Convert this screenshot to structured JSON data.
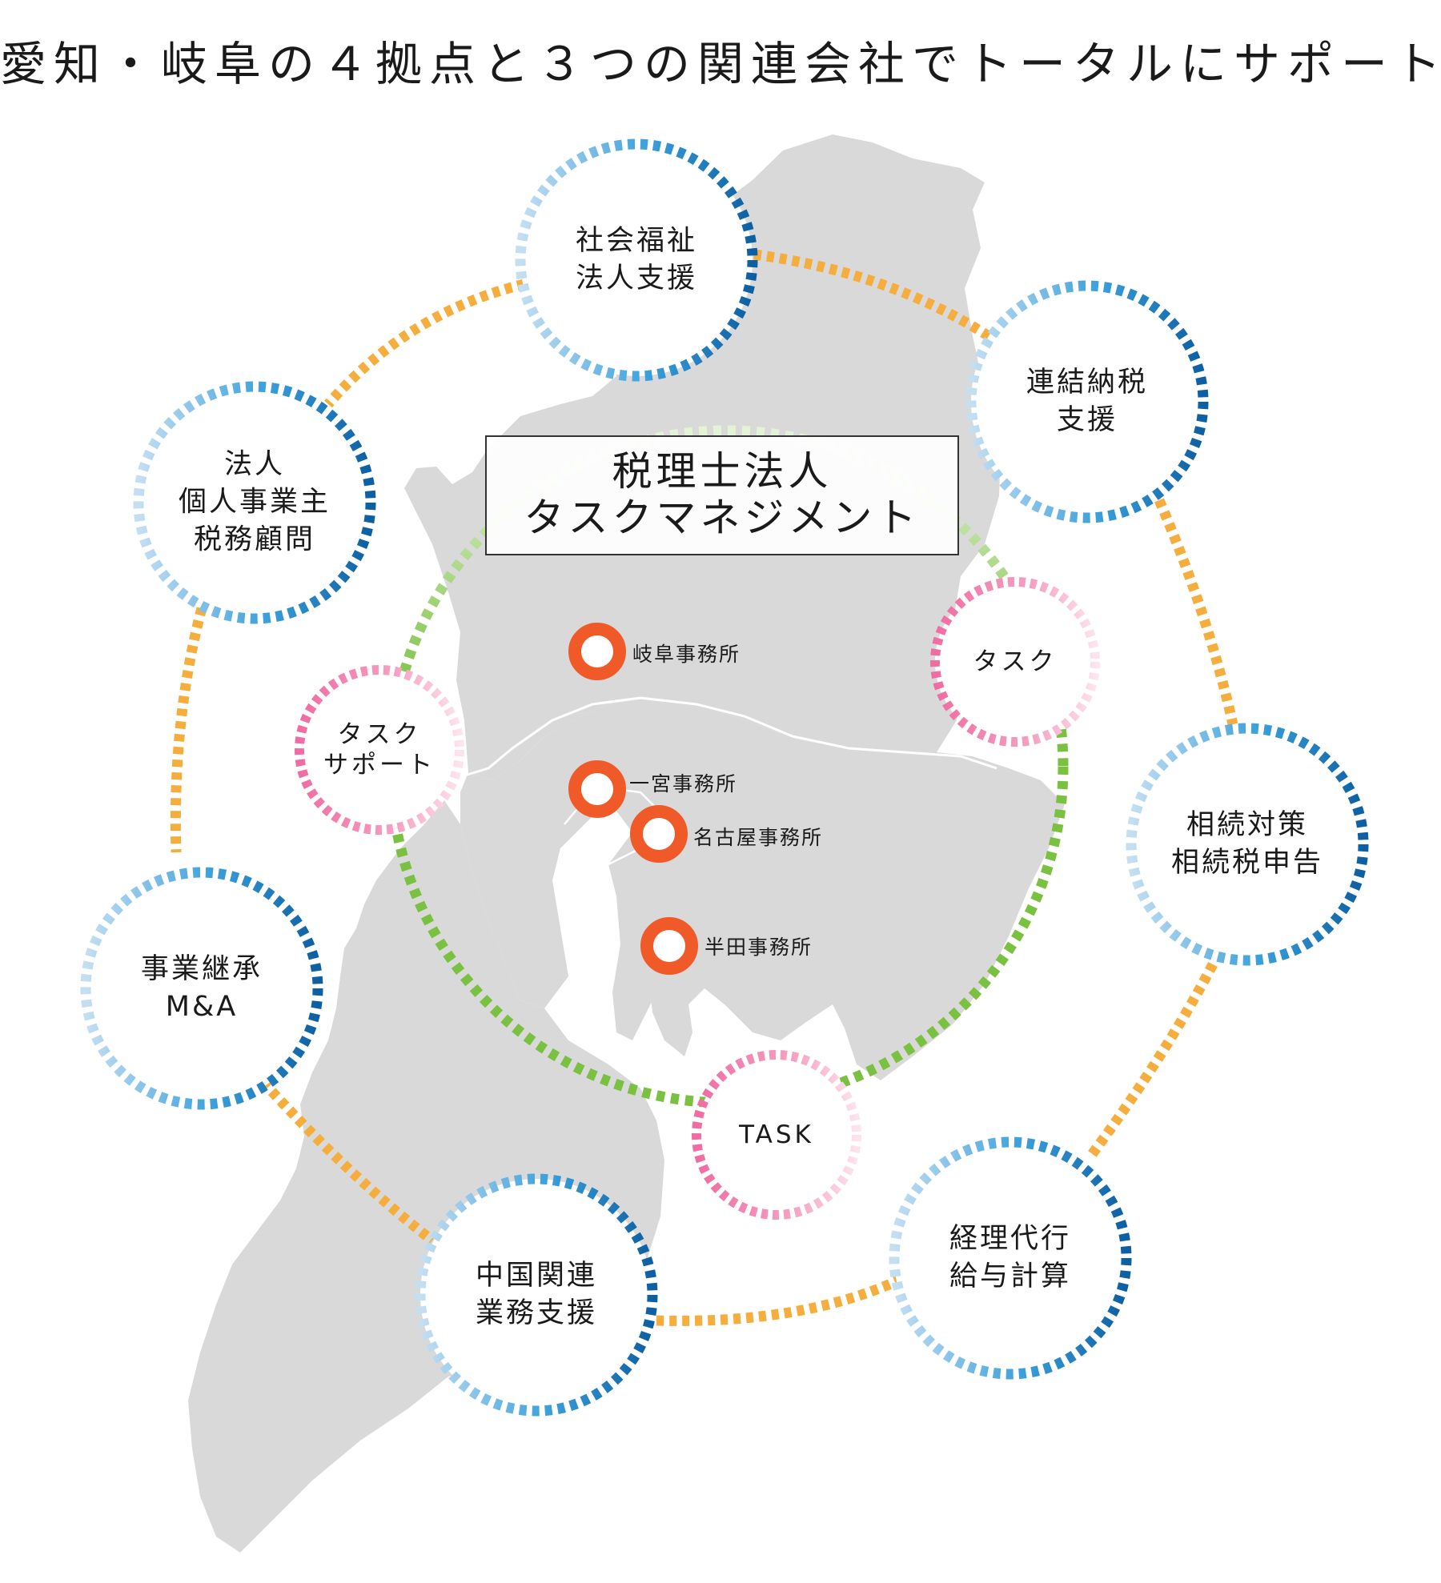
{
  "heading": "愛知・岐阜の４拠点と３つの関連会社でトータルにサポート",
  "center_box": {
    "line1": "税理士法人",
    "line2": "タスクマネジメント"
  },
  "service_circles": [
    {
      "id": "social-welfare",
      "lines": [
        "社会福祉",
        "法人支援"
      ]
    },
    {
      "id": "consolidated-tax",
      "lines": [
        "連結納税",
        "支援"
      ]
    },
    {
      "id": "corporate-advisor",
      "lines": [
        "法人",
        "個人事業主",
        "税務顧問"
      ]
    },
    {
      "id": "inheritance",
      "lines": [
        "相続対策",
        "相続税申告"
      ]
    },
    {
      "id": "succession",
      "lines": [
        "事業継承",
        "M&A"
      ]
    },
    {
      "id": "accounting",
      "lines": [
        "経理代行",
        "給与計算"
      ]
    },
    {
      "id": "china",
      "lines": [
        "中国関連",
        "業務支援"
      ]
    }
  ],
  "group_circles": [
    {
      "id": "task-jp",
      "lines": [
        "タスク"
      ]
    },
    {
      "id": "task-support",
      "lines": [
        "タスク",
        "サポート"
      ]
    },
    {
      "id": "task-en",
      "lines": [
        "TASK"
      ]
    }
  ],
  "offices": [
    {
      "id": "gifu",
      "label": "岐阜事務所"
    },
    {
      "id": "ichinomiya",
      "label": "一宮事務所"
    },
    {
      "id": "nagoya",
      "label": "名古屋事務所"
    },
    {
      "id": "handa",
      "label": "半田事務所"
    }
  ],
  "colors": {
    "map": "#d9d9d9",
    "border": "#ffffff",
    "orange": "#f5ae3d",
    "green": "#7ac142",
    "office": "#f05a28",
    "blue_light": "#c5dff2",
    "blue_mid": "#3aa0dc",
    "blue_dark": "#0d5fa2",
    "pink": "#f06ca2",
    "pink_light": "#fbd5e4"
  }
}
